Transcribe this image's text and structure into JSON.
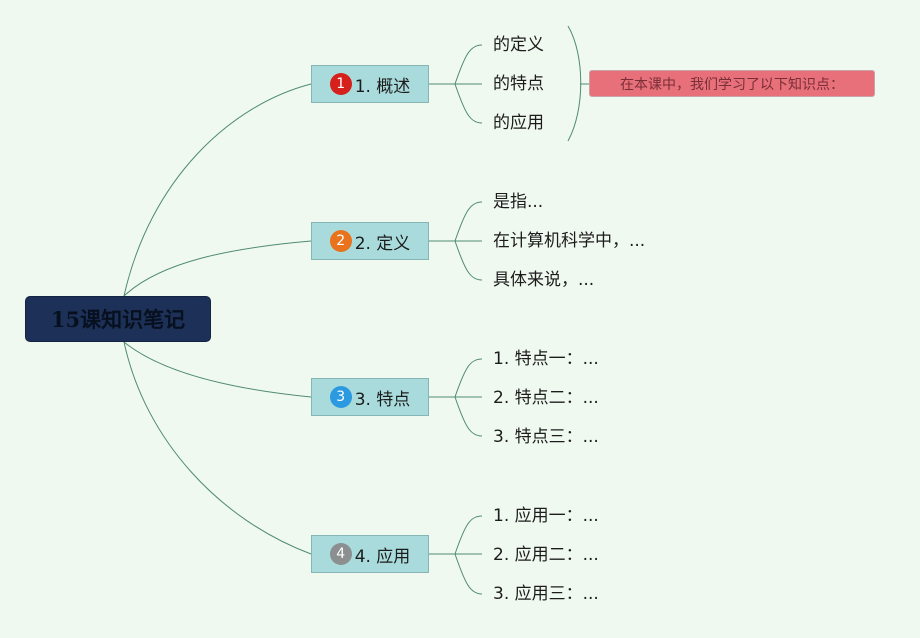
{
  "root": {
    "label": "15课知识笔记"
  },
  "branches": [
    {
      "num": "1",
      "label": "1. 概述",
      "badge_color": "#d6201b",
      "children": [
        "的定义",
        "的特点",
        "的应用"
      ]
    },
    {
      "num": "2",
      "label": "2. 定义",
      "badge_color": "#e8731c",
      "children": [
        "是指...",
        "在计算机科学中，...",
        "具体来说，..."
      ]
    },
    {
      "num": "3",
      "label": "3. 特点",
      "badge_color": "#2c9ae0",
      "children": [
        "1. 特点一：...",
        "2. 特点二：...",
        "3. 特点三：..."
      ]
    },
    {
      "num": "4",
      "label": "4. 应用",
      "badge_color": "#8b8f8f",
      "children": [
        "1. 应用一：...",
        "2. 应用二：...",
        "3. 应用三：..."
      ]
    }
  ],
  "summary_note": "在本课中，我们学习了以下知识点：",
  "colors": {
    "background": "#f0f9ef",
    "connector": "#4f8a73",
    "root_fill": "#1d3158",
    "branch_fill": "#a9dbdc",
    "note_fill": "#e7707a"
  }
}
